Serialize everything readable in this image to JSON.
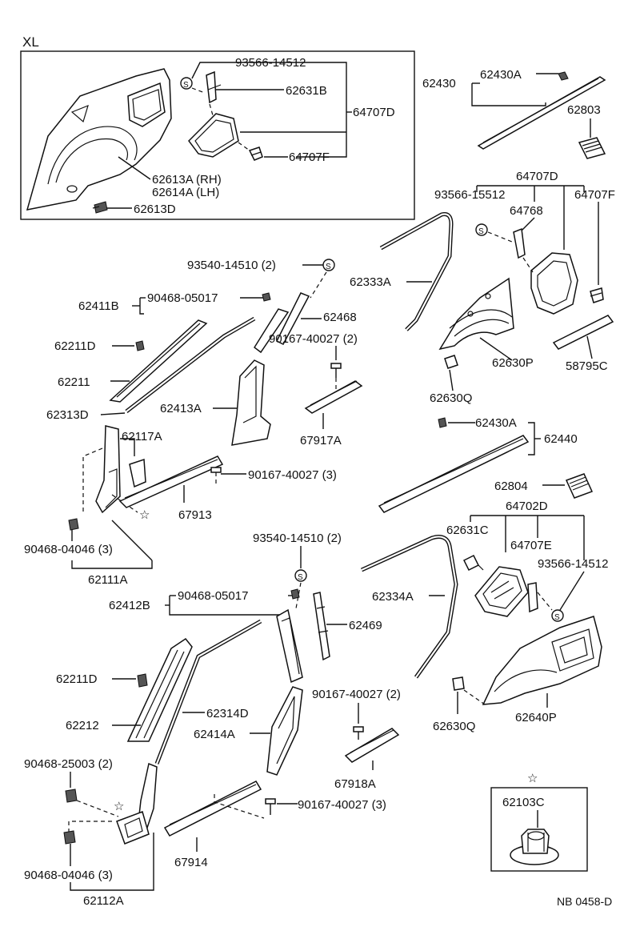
{
  "box_title": "XL",
  "labels": {
    "p93566_14512_a": "93566-14512",
    "p62631B": "62631B",
    "p64707D_a": "64707D",
    "p64707F_a": "64707F",
    "p62613A": "62613A (RH)",
    "p62614A": "62614A (LH)",
    "p62613D": "62613D",
    "p62430": "62430",
    "p62430A_a": "62430A",
    "p62803": "62803",
    "p64707D_b": "64707D",
    "p93566_15512": "93566-15512",
    "p64707F_b": "64707F",
    "p64768": "64768",
    "p62333A": "62333A",
    "p93540_14510_a": "93540-14510 (2)",
    "p62411B": "62411B",
    "p90468_05017_a": "90468-05017",
    "p62468": "62468",
    "p62211D_a": "62211D",
    "p90167_40027_2a": "90167-40027 (2)",
    "p62211": "62211",
    "p62313D": "62313D",
    "p62413A": "62413A",
    "p67917A": "67917A",
    "p62630P": "62630P",
    "p58795C": "58795C",
    "p62630Q_a": "62630Q",
    "p62117A": "62117A",
    "p62430A_b": "62430A",
    "p62440": "62440",
    "p90167_40027_3a": "90167-40027 (3)",
    "p67913": "67913",
    "p62804": "62804",
    "p90468_04046_a": "90468-04046 (3)",
    "p62111A": "62111A",
    "p64702D": "64702D",
    "p62631C": "62631C",
    "p64707E": "64707E",
    "p93566_14512_b": "93566-14512",
    "p93540_14510_b": "93540-14510 (2)",
    "p62334A": "62334A",
    "p62412B": "62412B",
    "p90468_05017_b": "90468-05017",
    "p62469": "62469",
    "p62211D_b": "62211D",
    "p90167_40027_2b": "90167-40027 (2)",
    "p62630Q_b": "62630Q",
    "p62640P": "62640P",
    "p62212": "62212",
    "p62314D": "62314D",
    "p62414A": "62414A",
    "p67918A": "67918A",
    "p90468_25003": "90468-25003 (2)",
    "p90167_40027_3b": "90167-40027 (3)",
    "p62103C": "62103C",
    "p67914": "67914",
    "p90468_04046_b": "90468-04046 (3)",
    "p62112A": "62112A",
    "footer_code": "NB  0458-D"
  },
  "symbols": {
    "s_marker": "S",
    "star": "☆"
  }
}
